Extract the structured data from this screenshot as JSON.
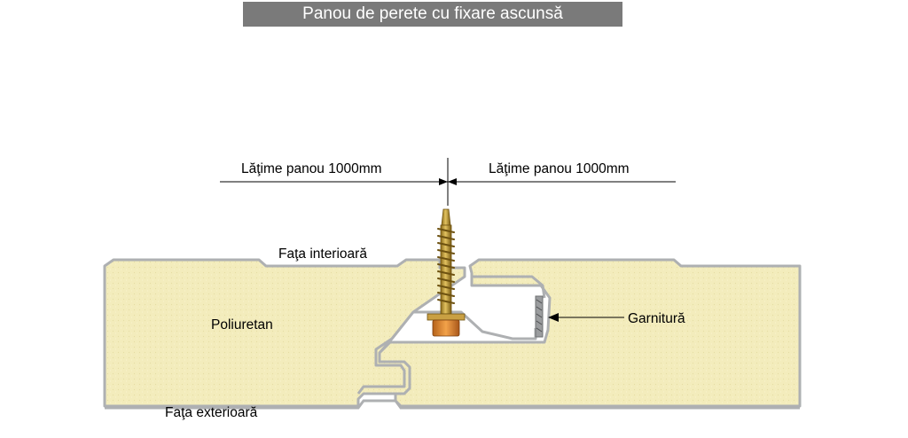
{
  "title": "Panou de perete cu fixare ascunsă",
  "dimensions": {
    "left": "Lăţime panou 1000mm",
    "right": "Lăţime panou 1000mm"
  },
  "labels": {
    "inner_face": "Faţa interioară",
    "outer_face": "Faţa exterioară",
    "core": "Poliuretan",
    "gasket": "Garnitură"
  },
  "colors": {
    "title_bg": "#7a7a7a",
    "foam": "#f3ecbc",
    "sheet": "#aeb0b2",
    "screw": "#c09a2e",
    "screw_head": "#d77e1e"
  }
}
